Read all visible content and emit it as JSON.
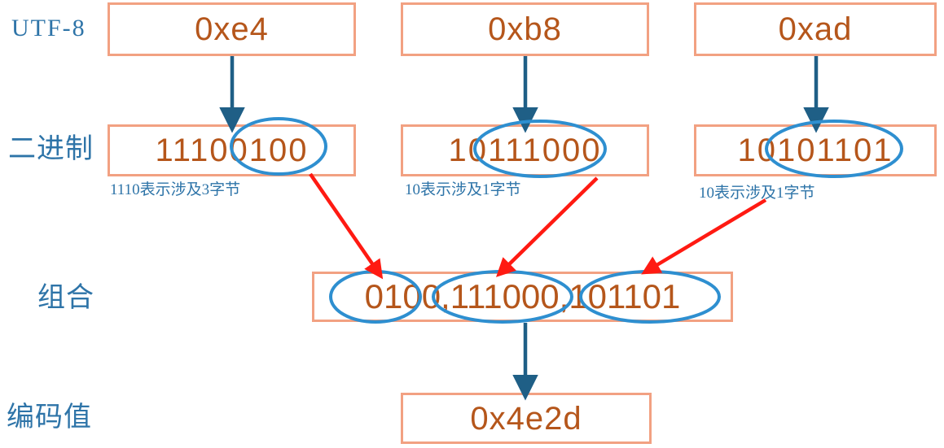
{
  "diagram": {
    "title": "UTF-8 encoding decomposition",
    "colors": {
      "box_border": "#F2A182",
      "value_text": "#B5561B",
      "label_text": "#2E74A8",
      "ellipse": "#2E8FD0",
      "down_arrow": "#1F5F86",
      "red_arrow": "#FF1A12",
      "background": "#FFFFFF"
    },
    "rows": [
      {
        "label": "UTF-8",
        "label_kind": "latin",
        "boxes": [
          {
            "value": "0xe4"
          },
          {
            "value": "0xb8"
          },
          {
            "value": "0xad"
          }
        ]
      },
      {
        "label": "二进制",
        "label_kind": "cjk",
        "boxes": [
          {
            "value": "11100100",
            "highlight": "0100",
            "caption": "1110表示涉及3字节"
          },
          {
            "value": "10111000",
            "highlight": "111000",
            "caption": "10表示涉及1字节"
          },
          {
            "value": "10101101",
            "highlight": "101101",
            "caption": "10表示涉及1字节"
          }
        ]
      },
      {
        "label": "组合",
        "label_kind": "cjk",
        "boxes": [
          {
            "value": "0100,111000,101101",
            "segments": [
              "0100",
              "111000",
              "101101"
            ]
          }
        ]
      },
      {
        "label": "编码值",
        "label_kind": "cjk",
        "boxes": [
          {
            "value": "0x4e2d"
          }
        ]
      }
    ]
  }
}
